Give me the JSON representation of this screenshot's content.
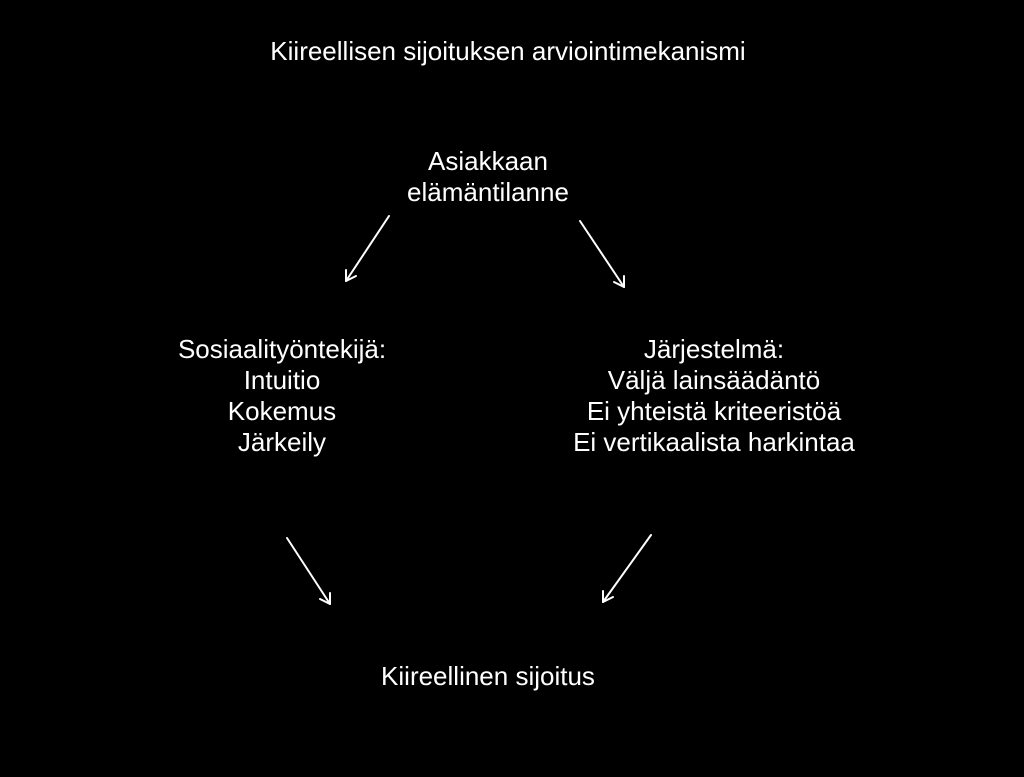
{
  "title": "Kiireellisen sijoituksen arviointimekanismi",
  "nodes": {
    "top": {
      "lines": [
        "Asiakkaan",
        "elämäntilanne"
      ]
    },
    "left": {
      "lines": [
        "Sosiaalityöntekijä:",
        "Intuitio",
        "Kokemus",
        "Järkeily"
      ]
    },
    "right": {
      "lines": [
        "Järjestelmä:",
        "Väljä lainsäädäntö",
        "Ei yhteistä kriteeristöä",
        "Ei vertikaalista harkintaa"
      ]
    },
    "bottom": {
      "lines": [
        "Kiireellinen sijoitus"
      ]
    }
  },
  "colors": {
    "background": "#000000",
    "foreground": "#ffffff"
  }
}
